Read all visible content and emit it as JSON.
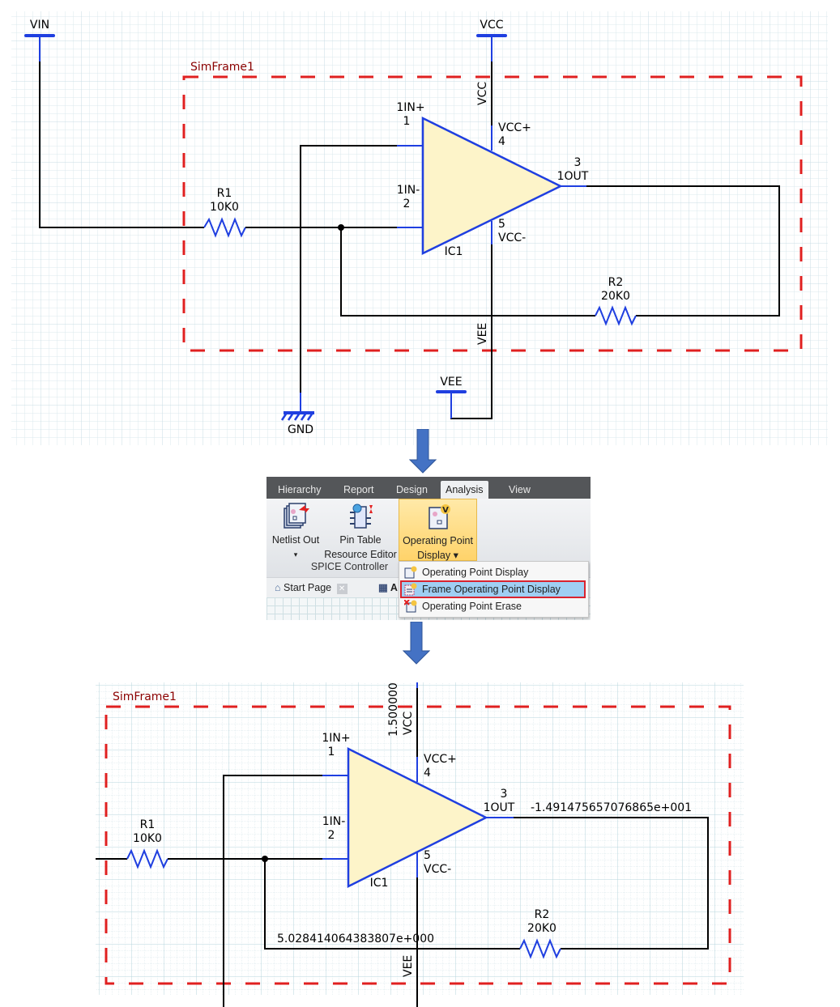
{
  "top_schematic": {
    "frame_label": "SimFrame1",
    "power_ports": [
      {
        "name": "VIN"
      },
      {
        "name": "VCC"
      },
      {
        "name": "VEE"
      },
      {
        "name": "GND"
      }
    ],
    "net_labels": {
      "vcc": "VCC",
      "vee": "VEE"
    },
    "opamp": {
      "designator": "IC1",
      "pins": {
        "in_plus_name": "1IN+",
        "in_plus_num": "1",
        "in_minus_name": "1IN-",
        "in_minus_num": "2",
        "vcc_plus_name": "VCC+",
        "vcc_plus_num": "4",
        "vcc_minus_name": "VCC-",
        "vcc_minus_num": "5",
        "out_name": "1OUT",
        "out_num": "3"
      }
    },
    "resistors": [
      {
        "designator": "R1",
        "value": "10K0"
      },
      {
        "designator": "R2",
        "value": "20K0"
      }
    ]
  },
  "ribbon": {
    "tabs": [
      {
        "label": "Hierarchy",
        "active": false
      },
      {
        "label": "Report",
        "active": false
      },
      {
        "label": "Design",
        "active": false
      },
      {
        "label": "Analysis",
        "active": true
      },
      {
        "label": "View",
        "active": false
      }
    ],
    "buttons": {
      "netlist_out": {
        "line1": "Netlist Out",
        "line2": "▾"
      },
      "pin_table": {
        "line1": "Pin Table",
        "line2": "Resource Editor"
      },
      "op_display": {
        "line1": "Operating Point",
        "line2": "Display ▾"
      }
    },
    "group_label": "SPICE Controller",
    "doc_tabs": [
      {
        "label": "Start Page"
      },
      {
        "label": "A"
      }
    ],
    "dropdown": [
      {
        "label": "Operating Point Display",
        "selected": false
      },
      {
        "label": "Frame Operating Point Display",
        "selected": true
      },
      {
        "label": "Operating Point Erase",
        "selected": false
      }
    ]
  },
  "bottom_schematic": {
    "frame_label": "SimFrame1",
    "net_labels": {
      "vcc": "VCC",
      "vee": "VEE"
    },
    "operating_points": {
      "vcc": "1.500000",
      "out": "-1.491475657076865e+001",
      "in_minus": "5.028414064383807e+000"
    },
    "opamp": {
      "designator": "IC1",
      "pins": {
        "in_plus_name": "1IN+",
        "in_plus_num": "1",
        "in_minus_name": "1IN-",
        "in_minus_num": "2",
        "vcc_plus_name": "VCC+",
        "vcc_plus_num": "4",
        "vcc_minus_name": "VCC-",
        "vcc_minus_num": "5",
        "out_name": "1OUT",
        "out_num": "3"
      }
    },
    "resistors": [
      {
        "designator": "R1",
        "value": "10K0"
      },
      {
        "designator": "R2",
        "value": "20K0"
      }
    ]
  },
  "colors": {
    "wire": "#000000",
    "pin": "#1f3fe0",
    "frame": "#e02020",
    "frame_label": "#8b0000",
    "opamp_fill": "#fdf4c9",
    "grid": "#d3e5ea",
    "arrow": "#4472c4",
    "menu_highlight": "#9fcff3"
  }
}
